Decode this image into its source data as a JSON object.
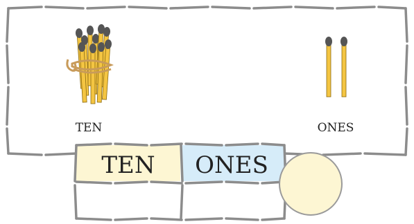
{
  "upper_panel": {
    "ten_label": "TEN",
    "ones_label": "ONES",
    "ten_bundle_icon": "bundle-of-ten-matchsticks-icon",
    "ones_icon": "two-matchsticks-icon",
    "ones_count": 2
  },
  "place_value_table": {
    "headers": [
      "TEN",
      "ONES"
    ],
    "answer_cells": [
      "",
      ""
    ],
    "answer_circle": "",
    "colors": {
      "ten_header": "#fdf6d3",
      "ones_header": "#d6ecf9",
      "circle": "#fdf6d3"
    }
  }
}
